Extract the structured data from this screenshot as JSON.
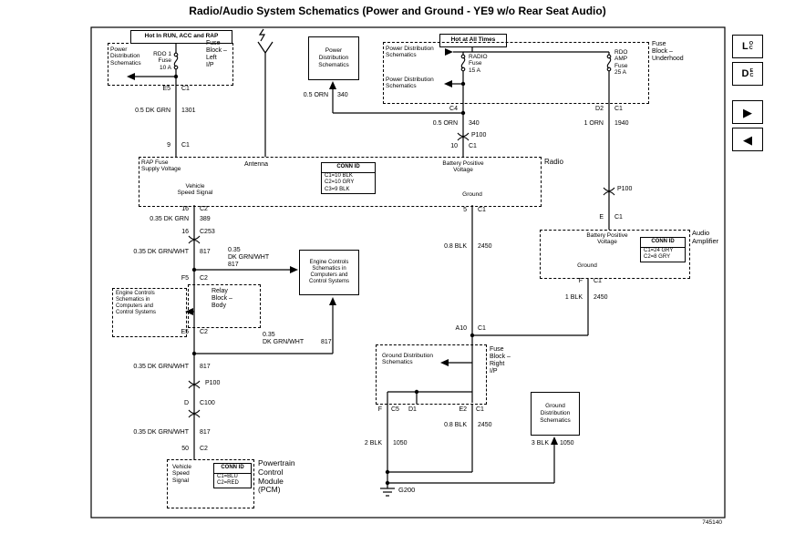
{
  "title": "Radio/Audio System Schematics (Power and Ground - YE9 w/o Rear Seat Audio)",
  "figure_number": "745140",
  "nav": {
    "loc_main": "L",
    "loc_top": "O",
    "loc_bottom": "C",
    "dec_main": "D",
    "dec_top": "E",
    "dec_bottom": "C",
    "next_icon": "▶",
    "prev_icon": "◀"
  },
  "banners": {
    "hot_in_run": "Hot In RUN, ACC and RAP",
    "hot_at_all_times": "Hot at All Times"
  },
  "left_block": {
    "ref": "Power\nDistribution\nSchematics",
    "fuse": "RDO 1\nFuse\n10 A",
    "label": "Fuse\nBlock –\nLeft\nI/P",
    "pin": "E5",
    "pin_conn": "C1",
    "wire_color": "0.5 DK GRN",
    "wire_num": "1301",
    "radio_pin": "9",
    "radio_conn": "C1"
  },
  "underhood_block": {
    "ref_top": "Power Distribution\nSchematics",
    "ref_bottom": "Power Distribution\nSchematics",
    "radio_fuse": "RADIO\nFuse\n15 A",
    "amp_fuse": "RDO\nAMP\nFuse\n25 A",
    "label": "Fuse\nBlock –\nUnderhood",
    "radio_out": "C4",
    "amp_pin": "D2",
    "amp_conn": "C1"
  },
  "power_dist_ref_box": {
    "label": "Power\nDistribution\nSchematics",
    "wire_color": "0.5 ORN",
    "wire_num": "340"
  },
  "radio_power": {
    "color": "0.5 ORN",
    "num": "340",
    "p100": "P100",
    "pin": "10",
    "conn": "C1"
  },
  "amp_power": {
    "color": "1 ORN",
    "num": "1940",
    "p100": "P100",
    "pin": "E",
    "conn": "C1"
  },
  "radio": {
    "label": "Radio",
    "rap": "RAP Fuse\nSupply Voltage",
    "antenna": "Antenna",
    "conn_header": "CONN ID",
    "conn_rows": [
      "C1=10 BLK",
      "C2=10 GRY",
      "C3=9 BLK"
    ],
    "batt": "Battery Positive\nVoltage",
    "vss": "Vehicle\nSpeed Signal",
    "ground": "Ground",
    "ground_pin": "5",
    "ground_conn": "C1"
  },
  "amp": {
    "label": "Audio\nAmplifier",
    "batt": "Battery Positive\nVoltage",
    "ground": "Ground",
    "conn_header": "CONN ID",
    "conn_rows": [
      "C1=24 GRY",
      "C2=8 GRY"
    ],
    "gnd_pin": "F",
    "gnd_conn": "C1",
    "gnd_color": "1 BLK",
    "gnd_num": "2450"
  },
  "radio_ground": {
    "color": "0.8 BLK",
    "num": "2450",
    "node_pin": "A10",
    "node_conn": "C1"
  },
  "right_block": {
    "ref": "Ground Distribution\nSchematics",
    "label": "Fuse\nBlock –\nRight\nI/P",
    "pin_f": "F",
    "conn_c5": "C5",
    "pin_d1": "D1",
    "pin_e2": "E2",
    "conn_c1": "C1",
    "e2_color": "0.8 BLK",
    "e2_num": "2450",
    "f_color": "2 BLK",
    "f_num": "1050"
  },
  "ground_dist_box": {
    "label": "Ground\nDistribution\nSchematics",
    "wire_color": "3 BLK",
    "wire_num": "1050"
  },
  "g200": "G200",
  "vss": {
    "pin16a": "16",
    "c2a": "C2",
    "c389": "0.35 DK GRN",
    "n389": "389",
    "pin16b": "16",
    "c253": "C253",
    "c817a": "0.35 DK GR​N/WHT",
    "n817a": "817",
    "br_a_size": "0.35",
    "br_a_color": "DK GRN/WHT",
    "br_a_num": "817",
    "pin_f5": "F5",
    "c2b": "C2",
    "relay": "Relay\nBlock –\nBody",
    "engine_ref": "Engine Controls\nSchematics in\nComputers and\nControl Systems",
    "engine_box": "Engine Controls\nSchematics in\nComputers and\nControl Systems",
    "pin_e5": "E5",
    "c2c": "C2",
    "br_c_size": "0.35",
    "br_c_color": "DK GRN/WHT",
    "br_c_num": "817",
    "c817b": "0.35 DK GRN/WHT",
    "n817b": "817",
    "p100": "P100",
    "pin_d": "D",
    "c100": "C100",
    "c817c": "0.35 DK GRN/WHT",
    "n817c": "817",
    "pin50": "50",
    "c2d": "C2"
  },
  "pcm": {
    "label": "Powertrain\nControl\nModule\n(PCM)",
    "vss": "Vehicle\nSpeed\nSignal",
    "conn_header": "CONN ID",
    "conn_rows": [
      "C1=BLU",
      "C2=RED"
    ]
  }
}
